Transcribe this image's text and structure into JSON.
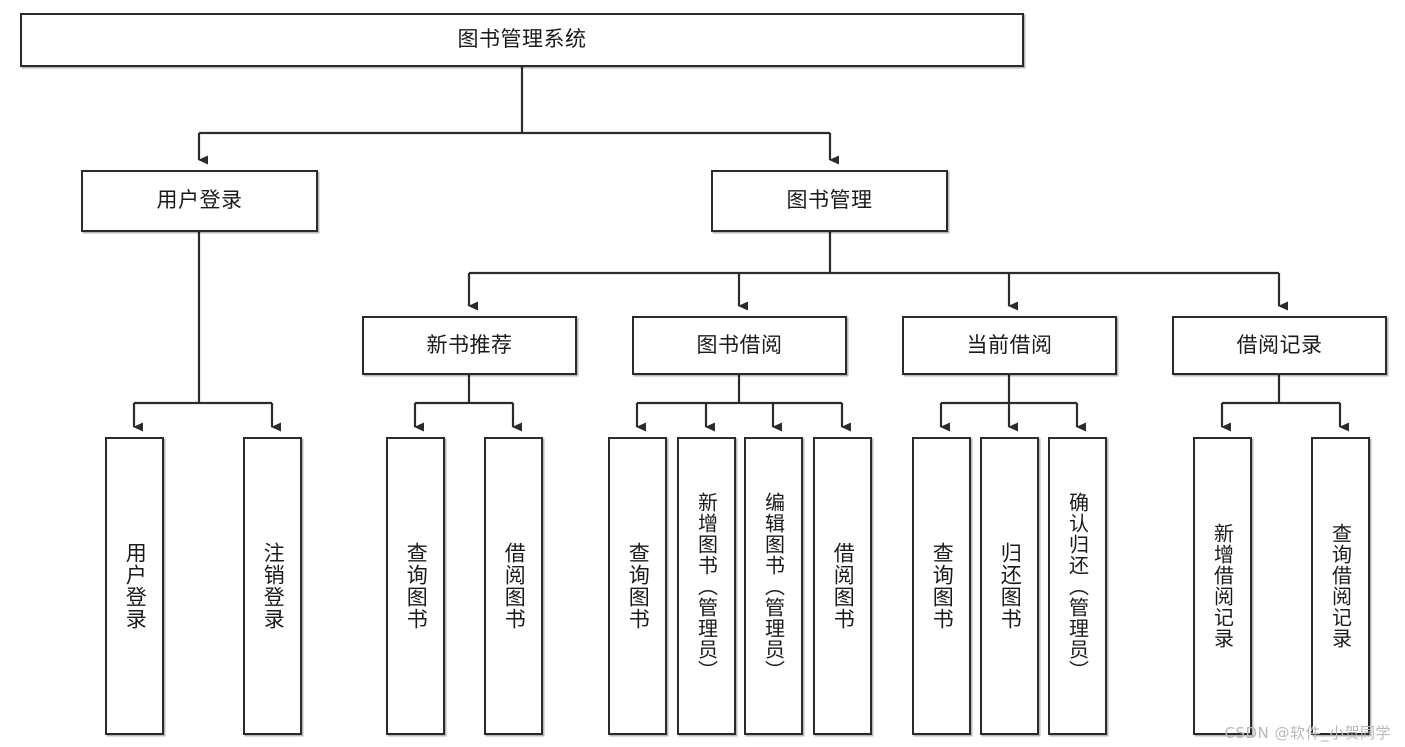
{
  "diagram": {
    "type": "tree-hierarchy-flowchart",
    "orientation": "top-down",
    "root": {
      "id": "root",
      "label": "图书管理系统"
    },
    "levels": {
      "level2": [
        {
          "id": "user-login",
          "label": "用户登录"
        },
        {
          "id": "book-manage",
          "label": "图书管理"
        }
      ],
      "level3": [
        {
          "id": "new-book-recommend",
          "label": "新书推荐"
        },
        {
          "id": "book-borrow",
          "label": "图书借阅"
        },
        {
          "id": "current-borrow",
          "label": "当前借阅"
        },
        {
          "id": "borrow-record",
          "label": "借阅记录"
        }
      ],
      "leaves": [
        {
          "id": "leaf-user-login",
          "label": "用户登录",
          "parent": "user-login"
        },
        {
          "id": "leaf-logout-login",
          "label": "注销登录",
          "parent": "user-login"
        },
        {
          "id": "leaf-query-book-1",
          "label": "查询图书",
          "parent": "new-book-recommend"
        },
        {
          "id": "leaf-borrow-book-1",
          "label": "借阅图书",
          "parent": "new-book-recommend"
        },
        {
          "id": "leaf-query-book-2",
          "label": "查询图书",
          "parent": "book-borrow"
        },
        {
          "id": "leaf-add-book-admin",
          "label": "新增图书（管理员）",
          "parent": "book-borrow"
        },
        {
          "id": "leaf-edit-book-admin",
          "label": "编辑图书（管理员）",
          "parent": "book-borrow"
        },
        {
          "id": "leaf-borrow-book-2",
          "label": "借阅图书",
          "parent": "book-borrow"
        },
        {
          "id": "leaf-query-book-3",
          "label": "查询图书",
          "parent": "current-borrow"
        },
        {
          "id": "leaf-return-book",
          "label": "归还图书",
          "parent": "current-borrow"
        },
        {
          "id": "leaf-confirm-return-admin",
          "label": "确认归还（管理员）",
          "parent": "current-borrow"
        },
        {
          "id": "leaf-add-borrow-record",
          "label": "新增借阅记录",
          "parent": "borrow-record"
        },
        {
          "id": "leaf-query-borrow-record",
          "label": "查询借阅记录",
          "parent": "borrow-record"
        }
      ]
    }
  },
  "watermark": {
    "text": "CSDN @软件_小贺同学"
  },
  "colors": {
    "box_border": "#2b2b2b",
    "box_fill": "#ffffff",
    "text": "#1b1b1b",
    "connector": "#2b2b2b",
    "watermark": "#b9b9b9",
    "background": "#ffffff"
  }
}
